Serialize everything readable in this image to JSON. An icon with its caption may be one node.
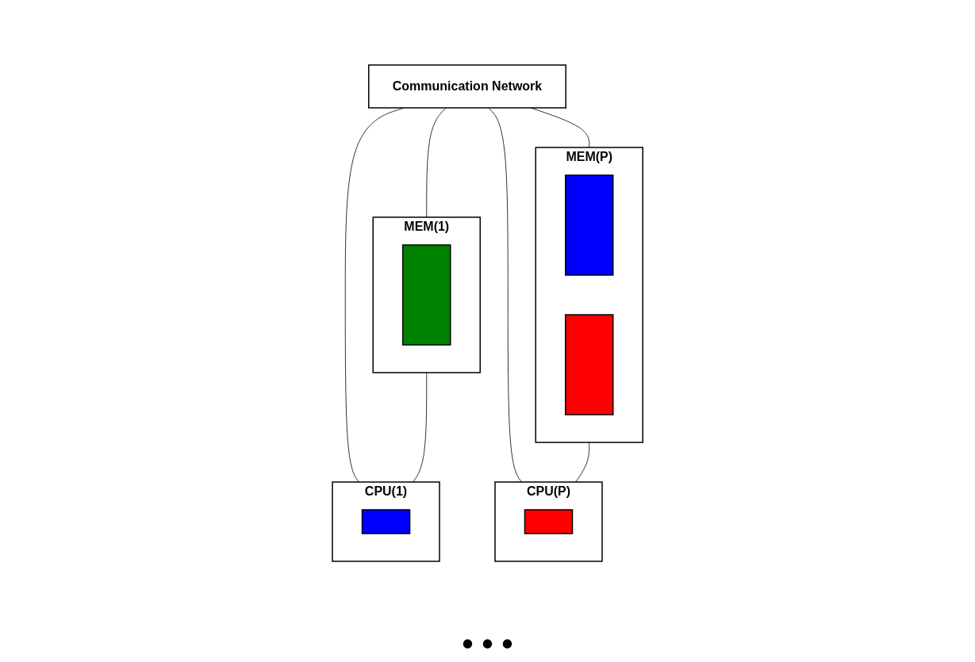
{
  "diagram": {
    "nodes": [
      {
        "text": [
          "Communication Network"
        ]
      },
      {
        "text": [
          "MEM(1)"
        ]
      },
      {
        "text": [],
        "shape": "bar",
        "in": 1
      },
      {
        "text": [
          "CPU(1)"
        ]
      },
      {
        "text": [],
        "shape": "box",
        "in": 3
      },
      {
        "text": [
          "MEM(P)"
        ]
      },
      {
        "text": [],
        "shape": "bar",
        "in": 5
      },
      {
        "text": [],
        "shape": "bar",
        "in": 5
      },
      {
        "text": [
          "CPU(P)"
        ]
      },
      {
        "text": [],
        "shape": "box",
        "in": 8
      }
    ],
    "edges": [
      {
        "from": 0,
        "to": 1,
        "arrow": "none"
      },
      {
        "from": 0,
        "to": 3,
        "arrow": "none"
      },
      {
        "from": 1,
        "to": 3,
        "arrow": "none"
      },
      {
        "from": 0,
        "to": 5,
        "arrow": "none"
      },
      {
        "from": 0,
        "to": 8,
        "arrow": "none"
      },
      {
        "from": 5,
        "to": 8,
        "arrow": "none"
      }
    ],
    "labels": [
      "• • •"
    ]
  }
}
